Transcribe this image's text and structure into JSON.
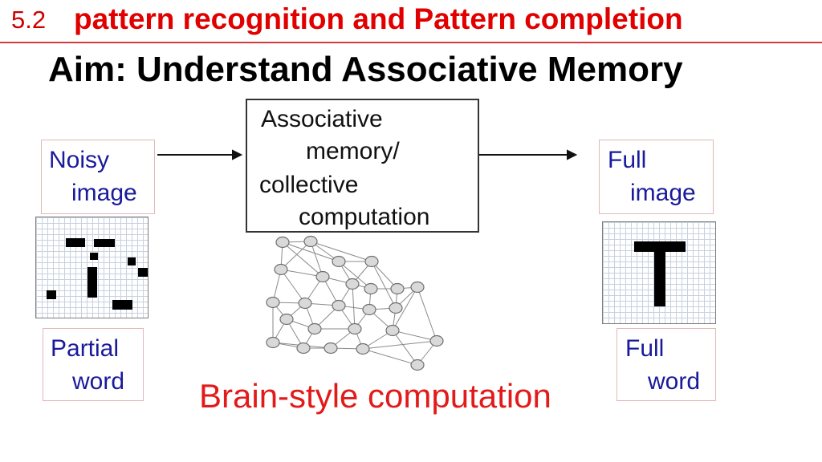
{
  "header": {
    "section_number": "5.2",
    "section_title": "pattern recognition and Pattern completion"
  },
  "aim": "Aim: Understand Associative Memory",
  "memory_box": {
    "lines": [
      "Associative",
      "memory/",
      "collective",
      "computation"
    ]
  },
  "inputs": {
    "noisy_image": {
      "line1": "Noisy",
      "line2": "image"
    },
    "partial_word": {
      "line1": "Partial",
      "line2": "word"
    }
  },
  "outputs": {
    "full_image": {
      "line1": "Full",
      "line2": "image"
    },
    "full_word": {
      "line1": "Full",
      "line2": "word"
    }
  },
  "caption": "Brain-style computation",
  "colors": {
    "header_red": "#e00000",
    "caption_red": "#e21a1a",
    "label_blue": "#1a1a9c",
    "node_fill": "#d9d9d9"
  }
}
